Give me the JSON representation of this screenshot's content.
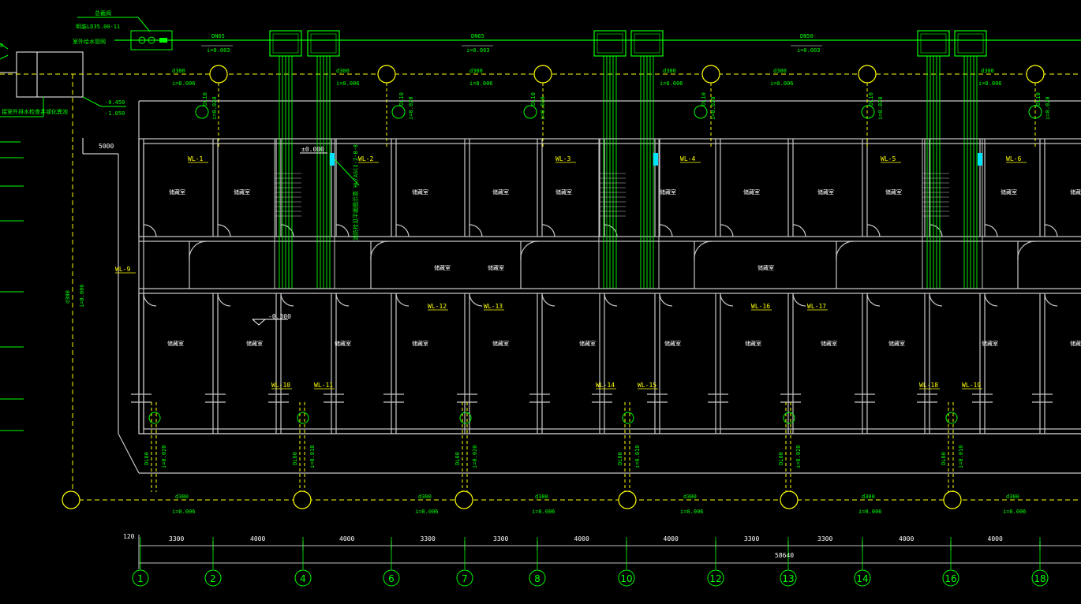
{
  "legend": {
    "line1": "总截阀",
    "line2": "明装LD35.00-11",
    "line3": "室外给水管网",
    "left_note": "接室外排水检查井或化粪池"
  },
  "pipe_labels": {
    "supply": [
      {
        "size": "DN65",
        "slope": "i=0.003"
      },
      {
        "size": "DN65",
        "slope": "i=0.003"
      },
      {
        "size": "DN50",
        "slope": "i=0.003"
      }
    ],
    "drain_top": [
      {
        "size": "d300",
        "slope": "i=0.006"
      },
      {
        "size": "d300",
        "slope": "i=0.006"
      },
      {
        "size": "d300",
        "slope": "i=0.006"
      },
      {
        "size": "d300",
        "slope": "i=0.006"
      },
      {
        "size": "d300",
        "slope": "i=0.006"
      },
      {
        "size": "d300",
        "slope": "i=0.006"
      }
    ],
    "drain_bottom": [
      {
        "size": "d300",
        "slope": "i=0.006"
      },
      {
        "size": "d300",
        "slope": "i=0.006"
      },
      {
        "size": "d300",
        "slope": "i=0.006"
      },
      {
        "size": "d300",
        "slope": "i=0.006"
      },
      {
        "size": "d300",
        "slope": "i=0.006"
      },
      {
        "size": "d300",
        "slope": "i=0.006"
      }
    ],
    "vertical_left": {
      "size": "d300",
      "slope": "i=0.006"
    }
  },
  "elevations": {
    "e1": "-0.450",
    "e2": "-1.050",
    "zero": "±0.000",
    "floor": "-0.300",
    "dim_5000": "5000"
  },
  "stair_note": "消防栓见平面图示意 HL/ASCI-2-B-8",
  "risers": [
    "WL-1",
    "WL-2",
    "WL-3",
    "WL-4",
    "WL-5",
    "WL-6",
    "WL-9",
    "WL-10",
    "WL-11",
    "WL-12",
    "WL-13",
    "WL-14",
    "WL-15",
    "WL-16",
    "WL-17",
    "WL-18",
    "WL-19"
  ],
  "room_label": "储藏室",
  "branch_pipes": {
    "d110": "DL10",
    "d160": "DL60",
    "slope1": "i=0.020",
    "slope2": "i=0.010"
  },
  "dimensions": {
    "start": "120",
    "spans": [
      "3300",
      "4000",
      "4000",
      "3300",
      "3300",
      "4000",
      "4000",
      "3300",
      "3300",
      "4000",
      "4000"
    ],
    "total": "58640"
  },
  "axes": [
    "1",
    "2",
    "4",
    "6",
    "7",
    "8",
    "10",
    "12",
    "13",
    "14",
    "16",
    "18"
  ],
  "colors": {
    "background": "#000000",
    "walls": "#c8c8c8",
    "water": "#00ff00",
    "drain": "#ffff00",
    "text": "#ffffff",
    "accent": "#00e5ff"
  }
}
